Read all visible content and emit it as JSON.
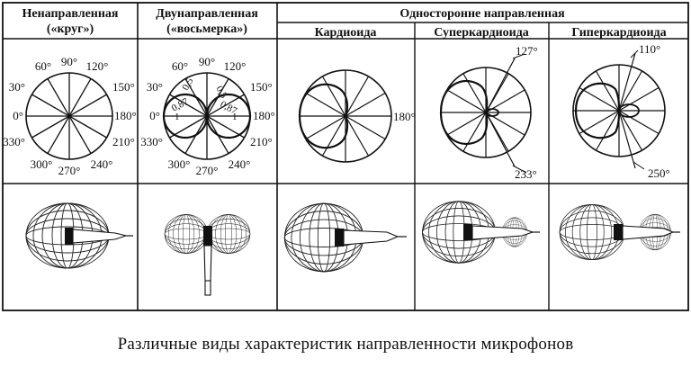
{
  "headers": {
    "omni": [
      "Ненаправленная",
      "(«круг»)"
    ],
    "bi": [
      "Двунаправленная",
      "(«восьмерка»)"
    ],
    "uni_group": "Односторонне направленная",
    "cardioid": "Кардиоида",
    "supercardioid": "Суперкардиоида",
    "hypercardioid": "Гиперкардиоида"
  },
  "omni_angles": [
    "90°",
    "60°",
    "120°",
    "30°",
    "150°",
    "0°",
    "180°",
    "330°",
    "210°",
    "300°",
    "240°",
    "270°"
  ],
  "bi_angles": [
    "90°",
    "60°",
    "120°",
    "30°",
    "150°",
    "0°",
    "180°",
    "330°",
    "210°",
    "300°",
    "240°",
    "270°"
  ],
  "bi_values": [
    "0,5",
    "0,5",
    "0,87",
    "0,87",
    "1",
    "1"
  ],
  "cardioid_angle": "180°",
  "supercardioid_angles": [
    "127°",
    "233°"
  ],
  "hypercardioid_angles": [
    "110°",
    "250°"
  ],
  "caption": "Различные виды характеристик направленности микрофонов"
}
